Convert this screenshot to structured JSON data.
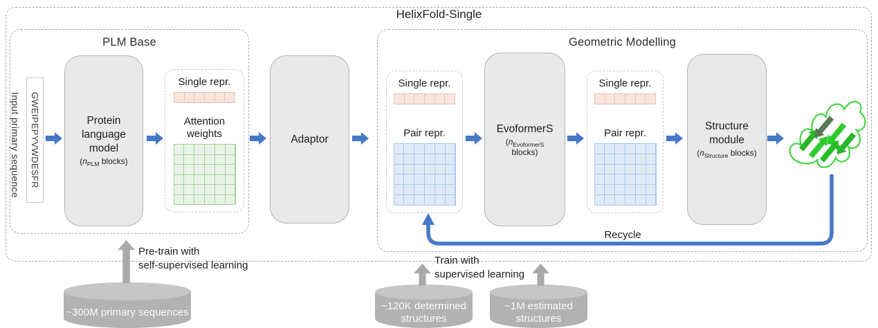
{
  "diagram_title": "HelixFold-Single",
  "plm_section": {
    "title": "PLM Base",
    "input_label": "Input primary sequence",
    "sequence": "GWEIPEPYVWDESFR",
    "plm_box": {
      "label": "Protein language model",
      "note_pre": "(",
      "note_n": "n",
      "note_sub": "PLM",
      "note_post": " blocks)"
    },
    "output_box": {
      "single_label": "Single repr.",
      "attention_label": "Attention weights"
    }
  },
  "adaptor": {
    "label": "Adaptor"
  },
  "geometric_section": {
    "title": "Geometric Modelling",
    "input_repr": {
      "single_label": "Single repr.",
      "pair_label": "Pair repr."
    },
    "evoformer_box": {
      "label": "EvoformerS",
      "note_pre": "(",
      "note_n": "n",
      "note_sub": "EvoformerS",
      "note_post": " blocks)"
    },
    "output_repr": {
      "single_label": "Single repr.",
      "pair_label": "Pair repr."
    },
    "structure_box": {
      "label": "Structure module",
      "note_pre": "(",
      "note_n": "n",
      "note_sub": "Structure",
      "note_post": " blocks)"
    },
    "recycle_label": "Recycle",
    "protein_icon": "predicted-protein-3d-structure"
  },
  "annotations": {
    "pretrain_line1": "Pre-train with",
    "pretrain_line2": "self-supervised learning",
    "train_line1": "Train with",
    "train_line2": "supervised learning"
  },
  "databases": [
    {
      "label": "~300M primary sequences"
    },
    {
      "label": "~120K determined structures"
    },
    {
      "label": "~1M estimated structures"
    }
  ],
  "grids": {
    "single": {
      "rows": 1,
      "cols": 6,
      "fill_color": "#f9e5dc",
      "border_color": "#dcc8bf"
    },
    "attention": {
      "rows": 6,
      "cols": 6,
      "fill_color": "#eaf3e7",
      "border_color": "#a3d29b"
    },
    "pair": {
      "rows": 6,
      "cols": 6,
      "fill_color": "#dfeaf7",
      "border_color": "#a9c6e8"
    }
  },
  "colors": {
    "flow_arrow_blue": "#4678c8",
    "recycle_blue": "#4678c8",
    "annotation_arrow_gray": "#a9a9a9",
    "module_box_gray": "#e9e9ea",
    "database_gray": "#b2b2b2",
    "protein_green": "#2ec82e"
  }
}
